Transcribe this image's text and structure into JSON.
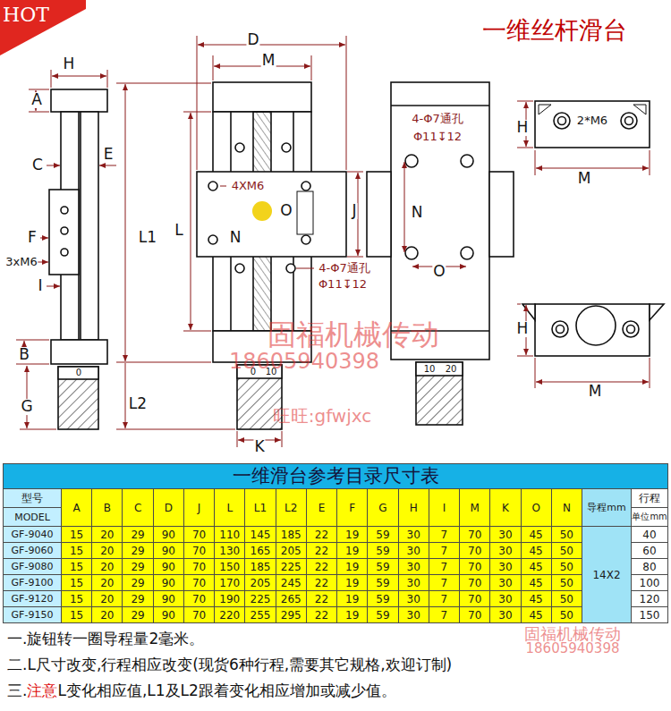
{
  "diagram": {
    "title": "一维丝杆滑台",
    "nodes": [
      {
        "text": [
          "HOT"
        ]
      }
    ],
    "labels": [
      "H",
      "A",
      "C",
      "E",
      "F",
      "3xM6",
      "I",
      "B",
      "G",
      "0",
      "D",
      "M",
      "4XM6",
      "O",
      "J",
      "L1",
      "L",
      "N",
      "4-Φ7通孔",
      "Φ11↧12",
      "L2",
      "0",
      "10",
      "K",
      "4-Φ7通孔",
      "Φ11↧12",
      "N",
      "O",
      "10",
      "20",
      "H",
      "2*M6",
      "M",
      "H",
      "M",
      "固福机械传动",
      "18605940398",
      "旺旺:gfwjxc",
      "固福机械传动",
      "18605940398",
      "一维滑台参考目录尺寸表",
      "型号",
      "MODEL",
      "A",
      "B",
      "C",
      "D",
      "J",
      "L",
      "L1",
      "L2",
      "E",
      "F",
      "G",
      "H",
      "I",
      "M",
      "K",
      "O",
      "N",
      "导程mm",
      "行程",
      "单位mm",
      "GF-9040",
      "15",
      "20",
      "29",
      "90",
      "70",
      "110",
      "145",
      "185",
      "22",
      "19",
      "59",
      "30",
      "7",
      "70",
      "30",
      "45",
      "50",
      "40",
      "GF-9060",
      "15",
      "20",
      "29",
      "90",
      "70",
      "130",
      "165",
      "205",
      "22",
      "19",
      "59",
      "30",
      "7",
      "70",
      "30",
      "45",
      "50",
      "60",
      "GF-9080",
      "15",
      "20",
      "29",
      "90",
      "70",
      "150",
      "185",
      "225",
      "22",
      "19",
      "59",
      "30",
      "7",
      "70",
      "30",
      "45",
      "50",
      "80",
      "GF-9100",
      "15",
      "20",
      "29",
      "90",
      "70",
      "170",
      "205",
      "245",
      "22",
      "19",
      "59",
      "30",
      "7",
      "70",
      "30",
      "45",
      "50",
      "100",
      "GF-9120",
      "15",
      "20",
      "29",
      "90",
      "70",
      "190",
      "225",
      "265",
      "22",
      "19",
      "59",
      "30",
      "7",
      "70",
      "30",
      "45",
      "50",
      "120",
      "GF-9150",
      "15",
      "20",
      "29",
      "90",
      "70",
      "220",
      "255",
      "295",
      "22",
      "19",
      "59",
      "30",
      "7",
      "70",
      "30",
      "45",
      "50",
      "150",
      "14X2",
      "一.旋钮转一圈导程量2毫米。",
      "二.L尺寸改变,行程相应改变(现货6种行程,需要其它规格,欢迎订制)",
      "三.",
      "注意",
      "L变化相应值,L1及L2跟着变化相应增加或减少值。"
    ]
  }
}
